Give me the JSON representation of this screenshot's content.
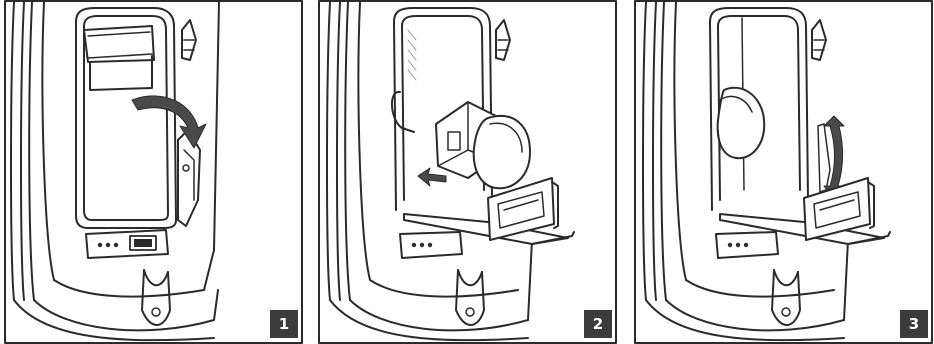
{
  "panels": [
    {
      "number": "1"
    },
    {
      "number": "2"
    },
    {
      "number": "3"
    }
  ],
  "colors": {
    "line": "#2b2b2b",
    "badge": "#3c3c3c",
    "badge_text": "#ffffff",
    "arrow": "#4a4a4a",
    "hatch": "#9a9a9a"
  }
}
